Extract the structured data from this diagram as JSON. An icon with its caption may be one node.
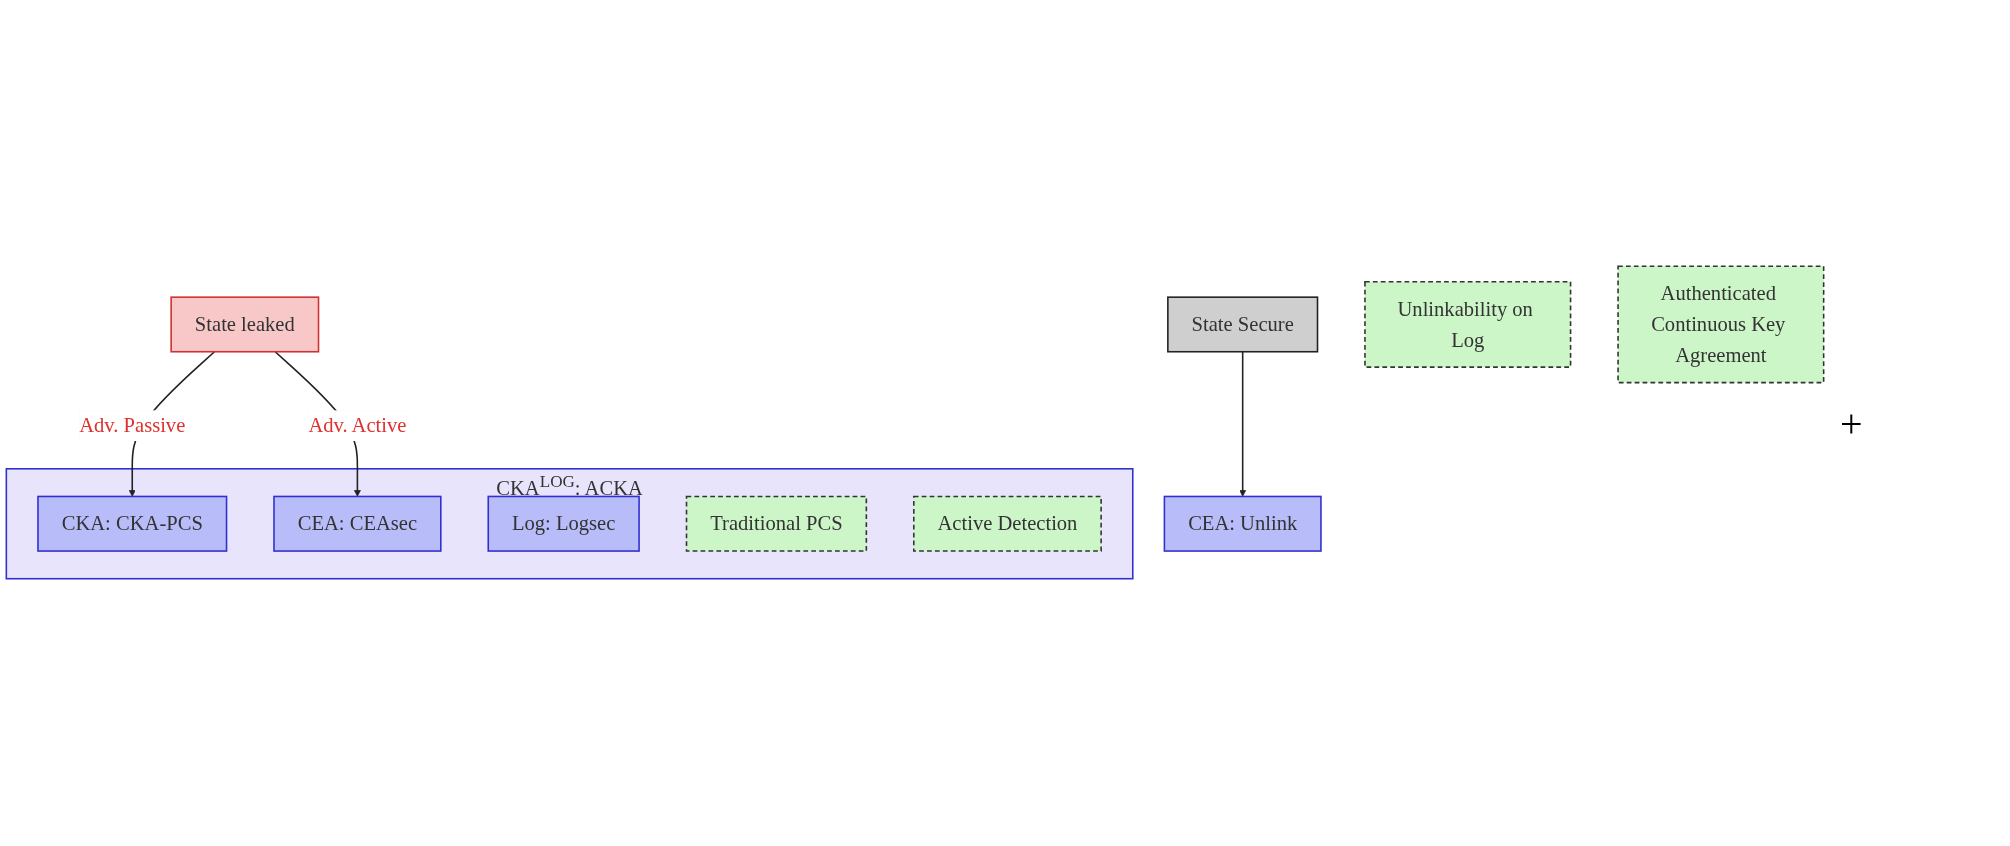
{
  "diagram": {
    "nodes": [
      {
        "text": [
          "State Secure"
        ]
      },
      {
        "text": [
          "CEA: Unlink"
        ]
      },
      {
        "text": [
          "State leaked"
        ]
      },
      {
        "text": [
          "CKA$^{LOG}$: ACKA"
        ]
      },
      {
        "text": [
          "CKA: CKA-PCS"
        ],
        "in": 3
      },
      {
        "text": [
          "CEA: CEAsec"
        ],
        "in": 3
      },
      {
        "text": [
          "Log: Logsec"
        ],
        "in": 3
      },
      {
        "text": [
          "Traditional PCS"
        ],
        "in": 3
      },
      {
        "text": [
          "Active Detection"
        ],
        "in": 3
      },
      {
        "text": [
          "Unlinkability on Log"
        ]
      },
      {
        "text": [
          "Authenticated Continuous Key Agreement"
        ]
      }
    ],
    "edges": [
      {
        "from": 0,
        "to": 1,
        "arrow": "to"
      },
      {
        "from": 2,
        "to": 4,
        "arrow": "to",
        "label": "Adv. Passive"
      },
      {
        "from": 2,
        "to": 5,
        "arrow": "to",
        "label": "Adv. Active"
      }
    ],
    "labels": [
      "+"
    ]
  }
}
